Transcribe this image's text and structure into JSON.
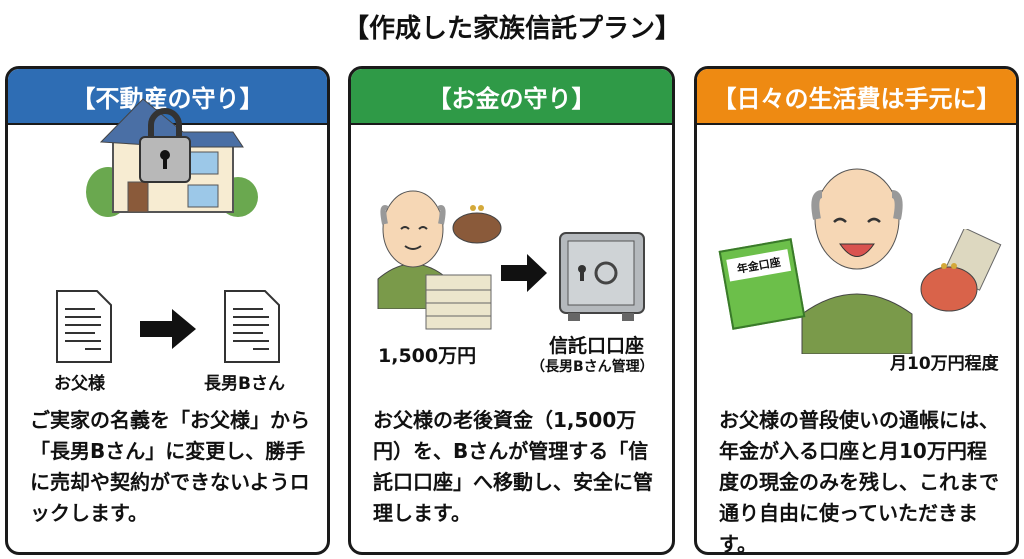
{
  "title": "【作成した家族信託プラン】",
  "colors": {
    "blue": "#2e6db4",
    "green": "#2f9a47",
    "orange": "#ee8a12"
  },
  "cards": [
    {
      "header": "【不動産の守り】",
      "from": "お父様",
      "to": "長男Bさん",
      "body": "ご実家の名義を「お父様」から「長男Bさん」に変更し、勝手に売却や契約ができないようロックします。"
    },
    {
      "header": "【お金の守り】",
      "amount": "1,500万円",
      "account": "信託口口座",
      "account_note": "（長男Bさん管理）",
      "body": "お父様の老後資金（1,500万円）を、Bさんが管理する「信託口口座」へ移動し、安全に管理します。"
    },
    {
      "header": "【日々の生活費は手元に】",
      "passbook": "年金口座",
      "monthly": "月10万円程度",
      "body": "お父様の普段使いの通帳には、年金が入る口座と月10万円程度の現金のみを残し、これまで通り自由に使っていただきます。"
    }
  ]
}
